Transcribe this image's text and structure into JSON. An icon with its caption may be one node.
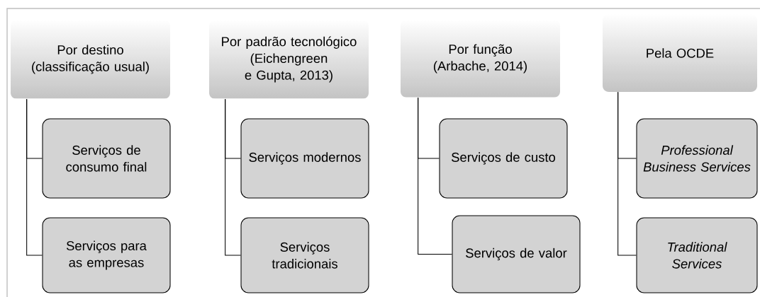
{
  "diagram": {
    "nodes": [
      {
        "text": [
          "Por destino (classificação usual)"
        ]
      },
      {
        "text": [
          "Serviços de consumo final"
        ]
      },
      {
        "text": [
          "Serviços para as empresas"
        ]
      },
      {
        "text": [
          "Por padrão tecnológico (Eichengreen e Gupta, 2013)"
        ]
      },
      {
        "text": [
          "Serviços modernos"
        ]
      },
      {
        "text": [
          "Serviços tradicionais"
        ]
      },
      {
        "text": [
          "Por função (Arbache, 2014)"
        ]
      },
      {
        "text": [
          "Serviços de custo"
        ]
      },
      {
        "text": [
          "Serviços de valor"
        ]
      },
      {
        "text": [
          "Pela OCDE"
        ]
      },
      {
        "text": [
          "Professional Business Services"
        ]
      },
      {
        "text": [
          "Traditional Services"
        ]
      }
    ],
    "edges": [
      {
        "from": 0,
        "to": 1,
        "arrow": "none"
      },
      {
        "from": 0,
        "to": 2,
        "arrow": "none"
      },
      {
        "from": 3,
        "to": 4,
        "arrow": "none"
      },
      {
        "from": 3,
        "to": 5,
        "arrow": "none"
      },
      {
        "from": 6,
        "to": 7,
        "arrow": "none"
      },
      {
        "from": 6,
        "to": 8,
        "arrow": "none"
      },
      {
        "from": 9,
        "to": 10,
        "arrow": "none"
      },
      {
        "from": 9,
        "to": 11,
        "arrow": "none"
      }
    ]
  }
}
